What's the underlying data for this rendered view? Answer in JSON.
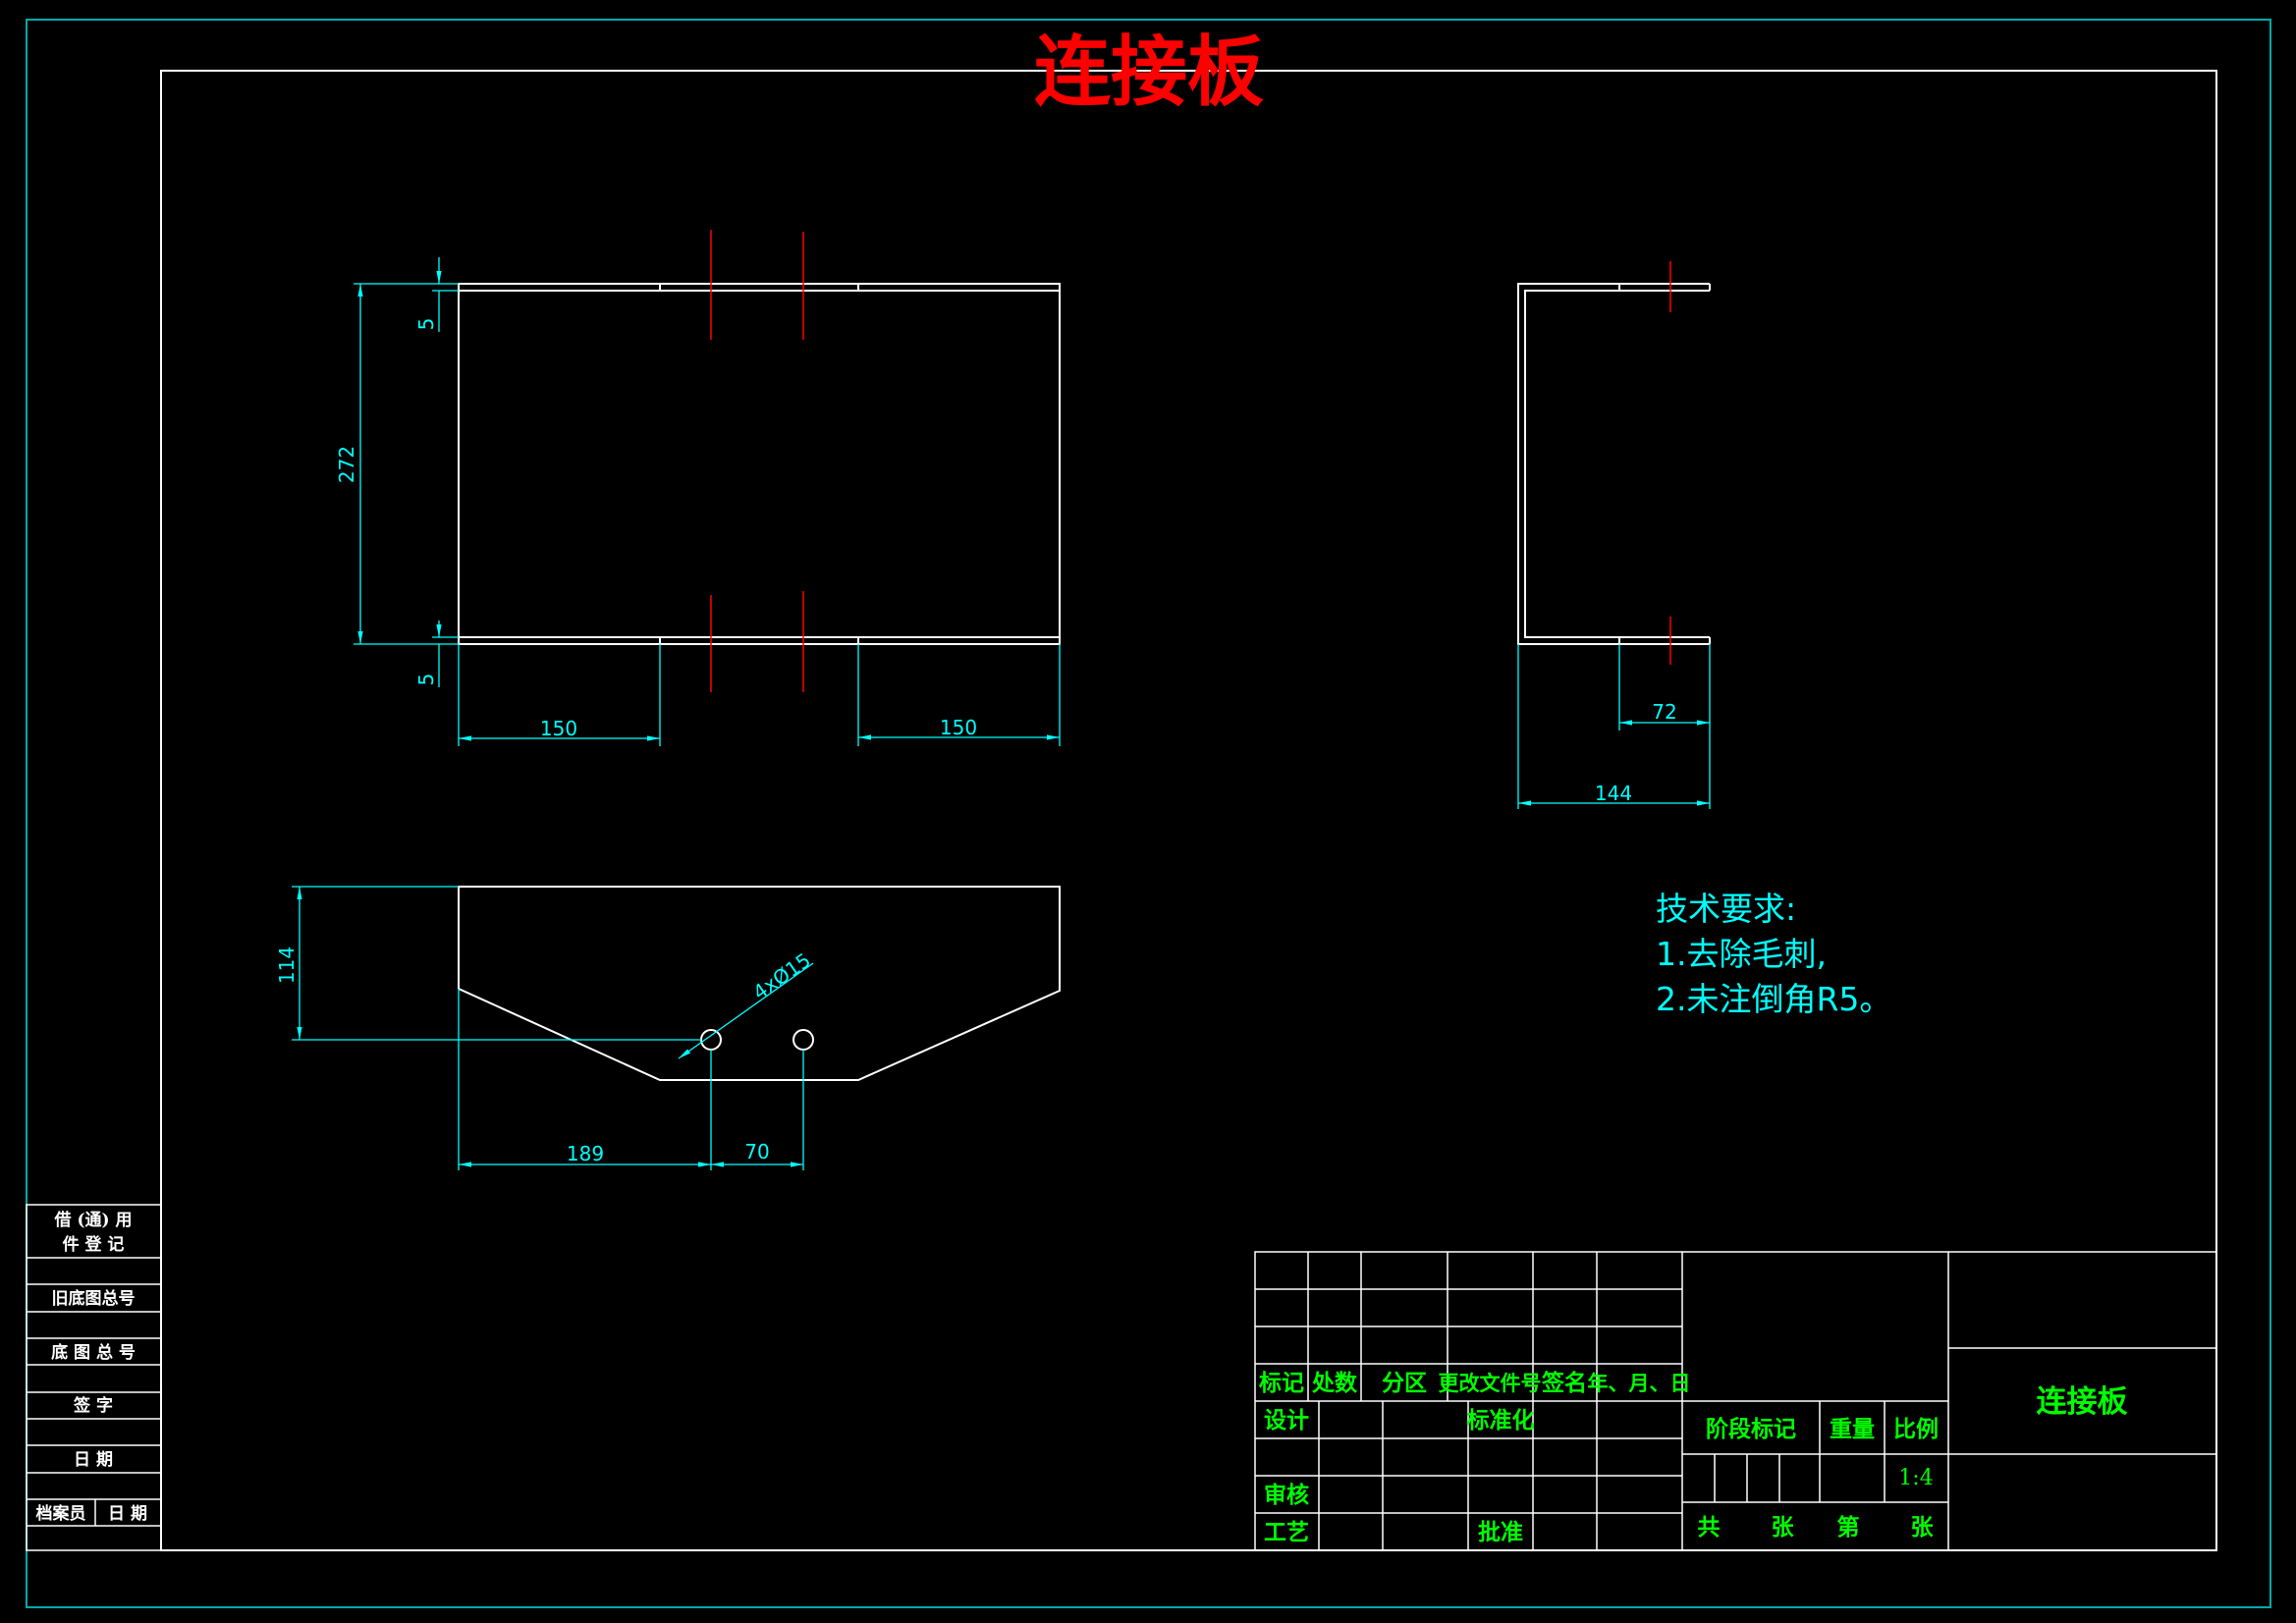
{
  "title": "连接板",
  "colors": {
    "background": "#000000",
    "outline": "#ffffff",
    "dimension": "#00ffff",
    "centerline": "#ff0000",
    "title": "#ff0000",
    "titleblock_text": "#00ff00",
    "border": "#00aaaa"
  },
  "front_view": {
    "dim_height": "272",
    "dim_lip_top": "5",
    "dim_lip_bottom": "5",
    "dim_left": "150",
    "dim_right": "150"
  },
  "side_view": {
    "dim_flange": "72",
    "dim_width": "144"
  },
  "bottom_view": {
    "dim_height": "114",
    "dim_holes": "4xØ15",
    "dim_offset": "189",
    "dim_pitch": "70"
  },
  "tech_requirements": {
    "heading": "技术要求:",
    "items": [
      "1.去除毛刺,",
      "2.未注倒角R5。"
    ]
  },
  "left_strip": {
    "borrow_line1": "借 (通) 用",
    "borrow_line2": "件  登  记",
    "old_drawing_no": "旧底图总号",
    "base_drawing_no": "底 图 总 号",
    "signature": "签    字",
    "date": "日    期",
    "archivist": "档案员",
    "archivist_date": "日  期"
  },
  "title_block": {
    "mark": "标记",
    "count": "处数",
    "zone": "分区",
    "change_doc": "更改文件号",
    "sign": "签名",
    "ymd": "年、月、日",
    "design": "设计",
    "standardize": "标准化",
    "review": "审核",
    "process": "工艺",
    "approve": "批准",
    "stage_mark": "阶段标记",
    "weight": "重量",
    "scale_label": "比例",
    "scale_value": "1:4",
    "part_name": "连接板",
    "total": "共",
    "sheets": "张",
    "nth": "第",
    "sheet": "张"
  }
}
